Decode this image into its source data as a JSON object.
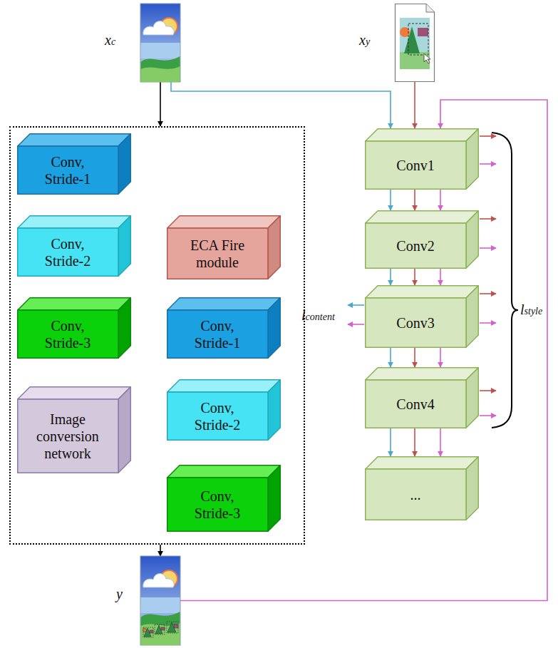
{
  "diagram": {
    "nodes": [
      {
        "text": [
          "xc"
        ]
      },
      {
        "text": [
          "xy"
        ]
      },
      {
        "text": []
      },
      {
        "text": [
          "Conv, Stride-1"
        ],
        "in": 2
      },
      {
        "text": [
          "Conv, Stride-2"
        ],
        "in": 2
      },
      {
        "text": [
          "Conv, Stride-3"
        ],
        "in": 2
      },
      {
        "text": [
          "Image conversion network"
        ],
        "in": 2
      },
      {
        "text": [
          "ECA Fire module"
        ],
        "in": 2
      },
      {
        "text": [
          "Conv, Stride-1"
        ],
        "in": 2
      },
      {
        "text": [
          "Conv, Stride-2"
        ],
        "in": 2
      },
      {
        "text": [
          "Conv, Stride-3"
        ],
        "in": 2
      },
      {
        "text": [
          "Conv1"
        ]
      },
      {
        "text": [
          "Conv2"
        ]
      },
      {
        "text": [
          "Conv3"
        ]
      },
      {
        "text": [
          "Conv4"
        ]
      },
      {
        "text": [
          "..."
        ]
      },
      {
        "text": [
          "y"
        ]
      }
    ],
    "edges": [
      {
        "from": 0,
        "to": 2,
        "arrow": "to"
      },
      {
        "from": 2,
        "to": 16,
        "arrow": "to"
      },
      {
        "from": 0,
        "to": 11,
        "arrow": "to"
      },
      {
        "from": 1,
        "to": 11,
        "arrow": "to"
      },
      {
        "from": 16,
        "to": 11,
        "arrow": "to"
      },
      {
        "from": 11,
        "to": 12,
        "arrow": "to"
      },
      {
        "from": 11,
        "to": 12,
        "arrow": "to"
      },
      {
        "from": 11,
        "to": 12,
        "arrow": "to"
      },
      {
        "from": 12,
        "to": 13,
        "arrow": "to"
      },
      {
        "from": 12,
        "to": 13,
        "arrow": "to"
      },
      {
        "from": 12,
        "to": 13,
        "arrow": "to"
      },
      {
        "from": 13,
        "to": 14,
        "arrow": "to"
      },
      {
        "from": 13,
        "to": 14,
        "arrow": "to"
      },
      {
        "from": 13,
        "to": 14,
        "arrow": "to"
      },
      {
        "from": 14,
        "to": 15,
        "arrow": "to"
      },
      {
        "from": 14,
        "to": 15,
        "arrow": "to"
      },
      {
        "from": 14,
        "to": 15,
        "arrow": "to"
      }
    ],
    "labels": [
      "lcontent",
      "lstyle"
    ]
  }
}
